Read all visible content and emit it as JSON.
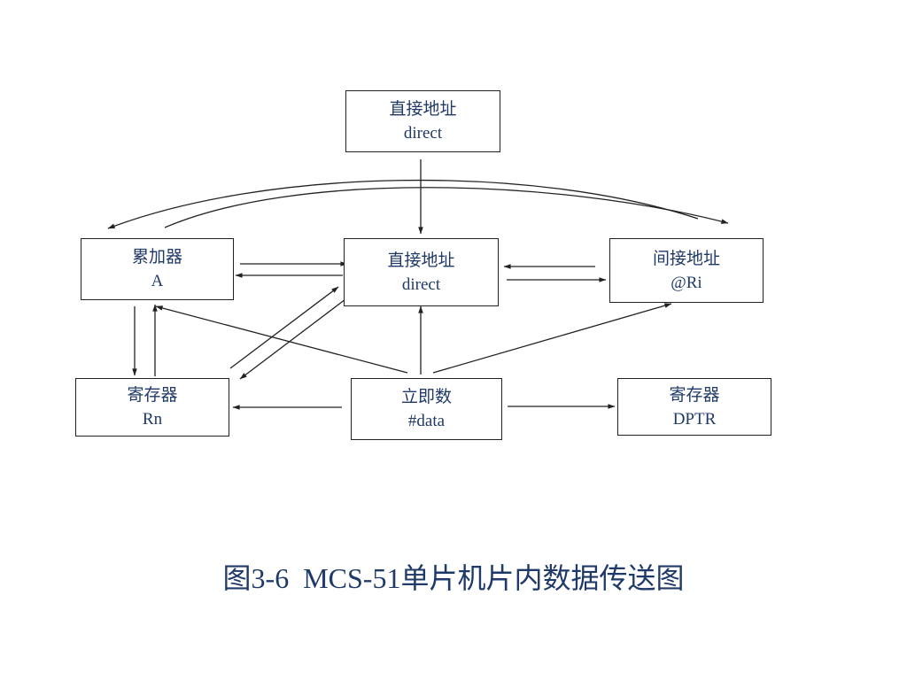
{
  "nodes": {
    "direct_top": {
      "line1": "直接地址",
      "line2": "direct"
    },
    "accumulator": {
      "line1": "累加器",
      "line2": "A"
    },
    "direct_mid": {
      "line1": "直接地址",
      "line2": "direct"
    },
    "indirect": {
      "line1": "间接地址",
      "line2": "@Ri"
    },
    "register_rn": {
      "line1": "寄存器",
      "line2": "Rn"
    },
    "immediate": {
      "line1": "立即数",
      "line2": "#data"
    },
    "register_dptr": {
      "line1": "寄存器",
      "line2": "DPTR"
    }
  },
  "caption": "图3-6  MCS-51单片机片内数据传送图",
  "colors": {
    "text": "#1f3a68",
    "line": "#222222"
  }
}
